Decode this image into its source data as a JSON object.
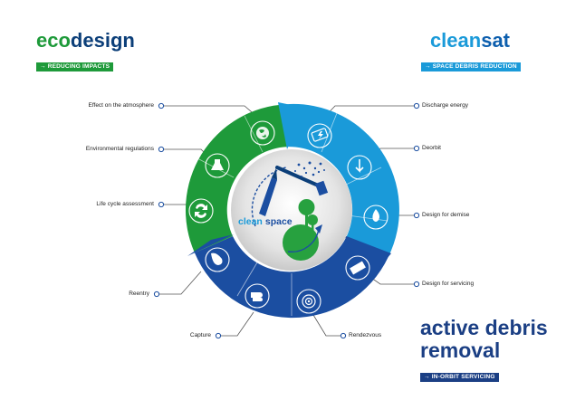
{
  "ecodesign": {
    "title_a": "eco",
    "title_b": "design",
    "tag": "→ REDUCING IMPACTS"
  },
  "cleansat": {
    "title_a": "clean",
    "title_b": "sat",
    "tag": "→ SPACE DEBRIS REDUCTION"
  },
  "adr": {
    "title_line1": "active debris",
    "title_line2": "removal",
    "tag": "→ IN-ORBIT SERVICING"
  },
  "center": {
    "text_a": "clean",
    "text_b": "space"
  },
  "labels": {
    "atmosphere": "Effect on the atmosphere",
    "regulations": "Environmental regulations",
    "lca": "Life cycle assessment",
    "reentry": "Reentry",
    "capture": "Capture",
    "rendezvous": "Rendezvous",
    "discharge": "Discharge energy",
    "deorbit": "Deorbit",
    "demise": "Design for demise",
    "servicing": "Design for servicing"
  },
  "colors": {
    "eco": "#1e9a3a",
    "cleansat": "#1a9ad9",
    "adr": "#1b4ea1",
    "navy": "#0c3f79"
  },
  "icons": {
    "atmosphere": "globe-icon",
    "regulations": "flask-icon",
    "lca": "recycle-icon",
    "reentry": "meteor-icon",
    "capture": "hand-icon",
    "rendezvous": "target-icon",
    "discharge": "battery-icon",
    "deorbit": "deorbit-arrow-icon",
    "demise": "flame-icon",
    "servicing": "satellite-icon"
  }
}
